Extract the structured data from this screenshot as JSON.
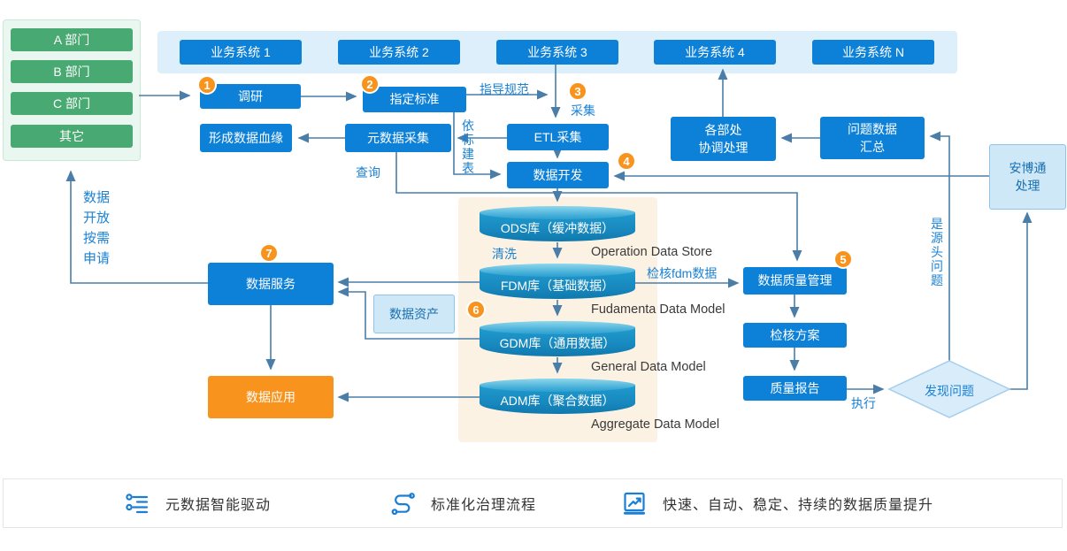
{
  "colors": {
    "node_blue": "#0d80d8",
    "node_orange": "#f8941d",
    "dept_green": "#49a972",
    "label_blue": "#1b82d4",
    "arrow": "#4a7ea9",
    "strip_blue": "#dceffb",
    "cream_panel": "#fcf2e4",
    "light_box": "#cfe8f8"
  },
  "departments": [
    "A 部门",
    "B 部门",
    "C 部门",
    "其它"
  ],
  "systems": [
    "业务系统 1",
    "业务系统 2",
    "业务系统 3",
    "业务系统 4",
    "业务系统 N"
  ],
  "steps": [
    "1",
    "2",
    "3",
    "4",
    "5",
    "6",
    "7"
  ],
  "nodes": {
    "research": "调研",
    "set_standard": "指定标准",
    "lineage": "形成数据血缘",
    "metadata_collect": "元数据采集",
    "etl_collect": "ETL采集",
    "data_dev": "数据开发",
    "dept_coordinate": "各部处\n协调处理",
    "issue_summary": "问题数据\n汇总",
    "abt_handle": "安博通\n处理",
    "data_service": "数据服务",
    "data_asset": "数据资产",
    "data_app": "数据应用",
    "dq_mgmt": "数据质量管理",
    "check_plan": "检核方案",
    "quality_report": "质量报告",
    "found_issue": "发现问题"
  },
  "labels": {
    "guide": "指导规范",
    "collect": "采集",
    "build_table": "依标建表",
    "query": "查询",
    "clean": "清洗",
    "check_fdm": "检核fdm数据",
    "execute": "执行",
    "source_issue": "是源头问题",
    "open_apply": "数据\n开放\n按需\n申请"
  },
  "warehouses": [
    {
      "cn": "ODS库（缓冲数据）",
      "en": "Operation Data Store"
    },
    {
      "cn": "FDM库（基础数据）",
      "en": "Fudamenta Data Model"
    },
    {
      "cn": "GDM库（通用数据）",
      "en": "General Data Model"
    },
    {
      "cn": "ADM库（聚合数据）",
      "en": "Aggregate Data Model"
    }
  ],
  "legend": [
    {
      "icon": "metadata-list-icon",
      "label": "元数据智能驱动"
    },
    {
      "icon": "flow-route-icon",
      "label": "标准化治理流程"
    },
    {
      "icon": "trend-chart-icon",
      "label": "快速、自动、稳定、持续的数据质量提升"
    }
  ]
}
